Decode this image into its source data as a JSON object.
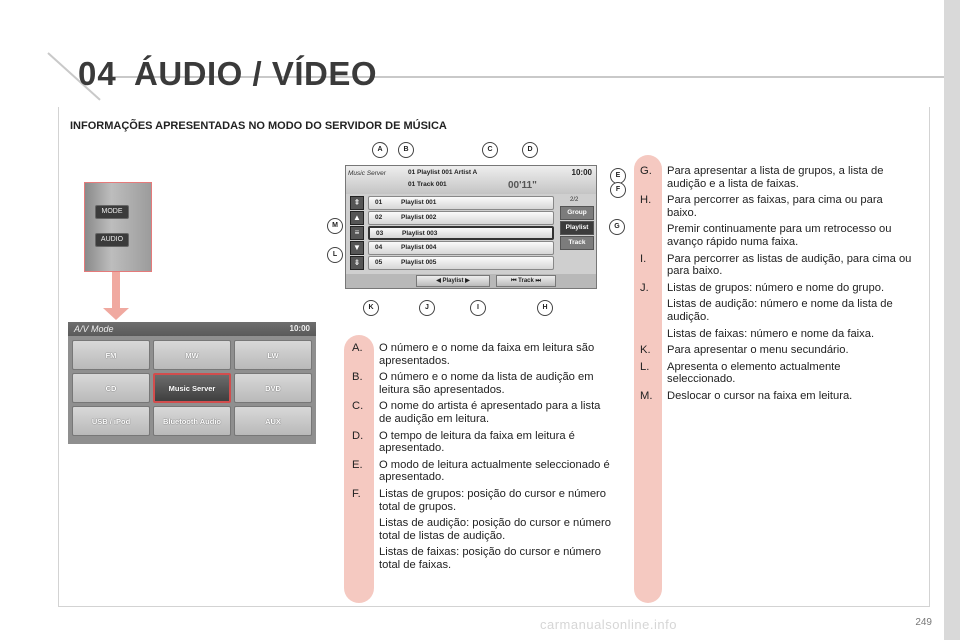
{
  "header": {
    "chapter_number": "04",
    "chapter_title": "ÁUDIO / VÍDEO"
  },
  "section_title": "INFORMAÇÕES APRESENTADAS NO MODO DO SERVIDOR DE MÚSICA",
  "control_panel": {
    "mode_label": "MODE",
    "audio_label": "AUDIO"
  },
  "av_mode_screen": {
    "title": "A/V Mode",
    "clock": "10:00",
    "buttons": [
      "FM",
      "MW",
      "LW",
      "CD",
      "Music Server",
      "DVD",
      "USB / iPod",
      "Bluetooth Audio",
      "AUX"
    ],
    "selected": "Music Server"
  },
  "music_server_screen": {
    "source": "Music Server",
    "clock": "10:00",
    "line1": "01 Playlist 001 Artist A",
    "line2": "01 Track 001",
    "elapsed": "00'11\"",
    "counter": "2/2",
    "side_icons": [
      "⇞",
      "▲",
      "≡",
      "▼",
      "⇟"
    ],
    "rows": [
      {
        "num": "01",
        "label": "Playlist 001"
      },
      {
        "num": "02",
        "label": "Playlist 002"
      },
      {
        "num": "03",
        "label": "Playlist 003"
      },
      {
        "num": "04",
        "label": "Playlist 004"
      },
      {
        "num": "05",
        "label": "Playlist 005"
      }
    ],
    "tabs": [
      "Group",
      "Playlist",
      "Track"
    ],
    "active_tab": "Playlist",
    "bottom_buttons": [
      "◀ Playlist ▶",
      "⏮ Track ⏭"
    ]
  },
  "callouts": [
    "A",
    "B",
    "C",
    "D",
    "E",
    "F",
    "G",
    "H",
    "I",
    "J",
    "K",
    "L",
    "M"
  ],
  "list_left": [
    {
      "letter": "A.",
      "text": "O número e o nome da faixa em leitura são apresentados."
    },
    {
      "letter": "B.",
      "text": "O número e o nome da lista de audição em leitura são apresentados."
    },
    {
      "letter": "C.",
      "text": "O nome do artista é apresentado para a lista de audição em leitura."
    },
    {
      "letter": "D.",
      "text": "O tempo de leitura da faixa em leitura é apresentado."
    },
    {
      "letter": "E.",
      "text": "O modo de leitura actualmente seleccionado é apresentado."
    },
    {
      "letter": "F.",
      "text": "Listas de grupos: posição do cursor e número total de grupos.",
      "extra": [
        "Listas de audição: posição do cursor e número total de listas de audição.",
        "Listas de faixas: posição do cursor e número total de faixas."
      ]
    }
  ],
  "list_right": [
    {
      "letter": "G.",
      "text": "Para apresentar a lista de grupos, a lista de audição e a lista de faixas."
    },
    {
      "letter": "H.",
      "text": "Para percorrer as faixas, para cima ou para baixo.",
      "extra": [
        "Premir continuamente para um retrocesso ou avanço rápido numa faixa."
      ]
    },
    {
      "letter": "I.",
      "text": "Para percorrer as listas de audição, para cima ou para baixo."
    },
    {
      "letter": "J.",
      "text": "Listas de grupos: número e nome do grupo.",
      "extra": [
        "Listas de audição: número e nome da lista de audição.",
        "Listas de faixas: número e nome da faixa."
      ]
    },
    {
      "letter": "K.",
      "text": "Para apresentar o menu secundário."
    },
    {
      "letter": "L.",
      "text": "Apresenta o elemento actualmente seleccionado."
    },
    {
      "letter": "M.",
      "text": "Deslocar o cursor na faixa em leitura."
    }
  ],
  "page_number": "249",
  "watermark": "carmanualsonline.info",
  "colors": {
    "accent_pink": "#f5c9c1",
    "arrow_pink": "#f0a9a0",
    "selection_red": "#d24d4d"
  }
}
